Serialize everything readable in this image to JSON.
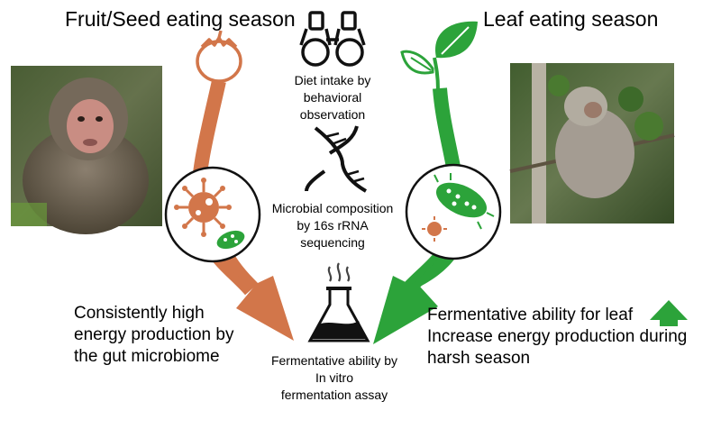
{
  "left_panel": {
    "season_title": "Fruit/Seed eating season",
    "outcome_lines": [
      "Consistently high",
      "energy production by",
      "the gut microbiome"
    ],
    "arrow_color": "#d2764a"
  },
  "right_panel": {
    "season_title": "Leaf eating season",
    "outcome_lines": [
      "Fermentative ability for leaf",
      "Increase energy production during",
      "harsh season"
    ],
    "arrow_color": "#2ca33a"
  },
  "center": {
    "diet_label_lines": [
      "Diet intake by",
      "behavioral",
      "observation"
    ],
    "microbe_label_lines": [
      "Microbial composition",
      "by 16s rRNA",
      "sequencing"
    ],
    "ferment_label_lines": [
      "Fermentative ability by",
      "In vitro",
      "fermentation assay"
    ]
  },
  "icons": {
    "left_top": "persimmon-fruit-icon",
    "right_top": "leaf-sprout-icon",
    "center_top": "binoculars-icon",
    "center_middle": "dna-icon",
    "center_bottom": "flask-icon"
  }
}
